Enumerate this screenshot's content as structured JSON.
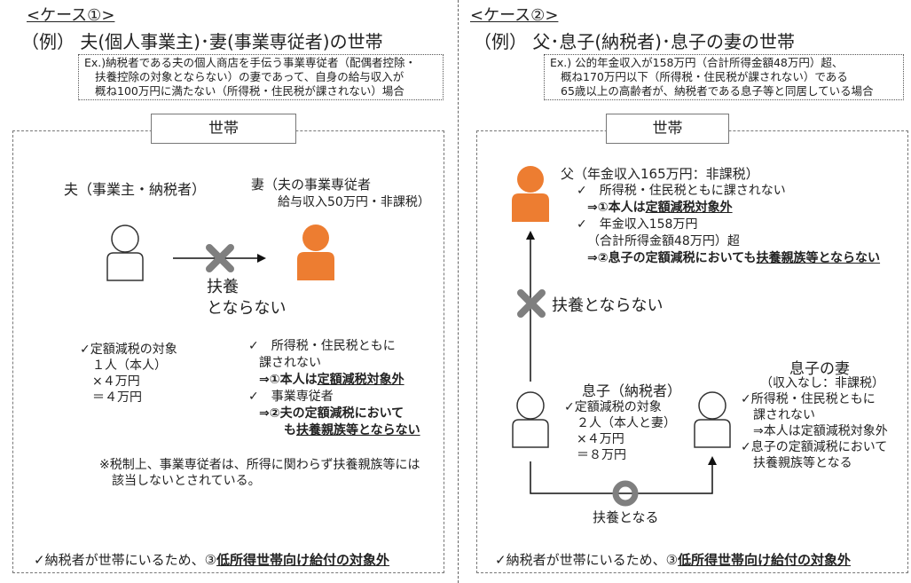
{
  "colors": {
    "orange": "#ed7d31",
    "gray_mark": "#7f7f7f"
  },
  "case1": {
    "heading": "<ケース①>",
    "title": "（例） 夫(個人事業主)･妻(事業専従者)の世帯",
    "example": [
      "Ex.)納税者である夫の個人商店を手伝う事業専従者（配偶者控除・",
      "扶養控除の対象とならない）の妻であって、自身の給与収入が",
      "概ね100万円に満たない（所得税・住民税が課されない）場合"
    ],
    "household_label": "世帯",
    "husband_label": "夫（事業主・納税者）",
    "wife_label": [
      "妻（夫の事業専従者",
      "給与収入50万円・非課税）"
    ],
    "relation": [
      "扶養",
      "とならない"
    ],
    "husband_notes": [
      "✓定額減税の対象",
      "１人（本人）",
      "×４万円",
      "＝４万円"
    ],
    "wife_notes": {
      "l1": "✓　所得税・住民税ともに",
      "l2": "課されない",
      "l3a": "⇒①本人は",
      "l3b": "定額減税対象外",
      "l4": "✓　事業専従者",
      "l5": "⇒②夫の定額減税において",
      "l6a": "も",
      "l6b": "扶養親族等とならない"
    },
    "footnote": [
      "※税制上、事業専従者は、所得に関わらず扶養親族等には",
      "該当しないとされている。"
    ],
    "conclusion_prefix": "✓納税者が世帯にいるため、③",
    "conclusion_bold": "低所得世帯向け給付の対象外"
  },
  "case2": {
    "heading": "<ケース②>",
    "title": "（例） 父･息子(納税者)･息子の妻の世帯",
    "example": [
      "Ex.) 公的年金収入が158万円（合計所得金額48万円）超、",
      "概ね170万円以下（所得税・住民税が課されない）である",
      "65歳以上の高齢者が、納税者である息子等と同居している場合"
    ],
    "household_label": "世帯",
    "father": {
      "l1": "父（年金収入165万円：非課税）",
      "l2": "✓　所得税・住民税ともに課されない",
      "l3a": "⇒①本人は",
      "l3b": "定額減税対象外",
      "l4": "✓　年金収入158万円",
      "l5": "（合計所得金額48万円）超",
      "l6a": "⇒②息子の定額減税においても",
      "l6b": "扶養親族等とならない"
    },
    "relation_father": "扶養とならない",
    "son_label": "息子（納税者）",
    "son_notes": [
      "✓定額減税の対象",
      "２人（本人と妻）",
      "×４万円",
      "＝８万円"
    ],
    "wife_title": "息子の妻",
    "wife_sub": "（収入なし：非課税）",
    "wife_notes": [
      "✓所得税・住民税ともに",
      "課されない",
      "⇒本人は定額減税対象外",
      "✓息子の定額減税において",
      "扶養親族等となる"
    ],
    "relation_wife": "扶養となる",
    "conclusion_prefix": "✓納税者が世帯にいるため、③",
    "conclusion_bold": "低所得世帯向け給付の対象外"
  }
}
